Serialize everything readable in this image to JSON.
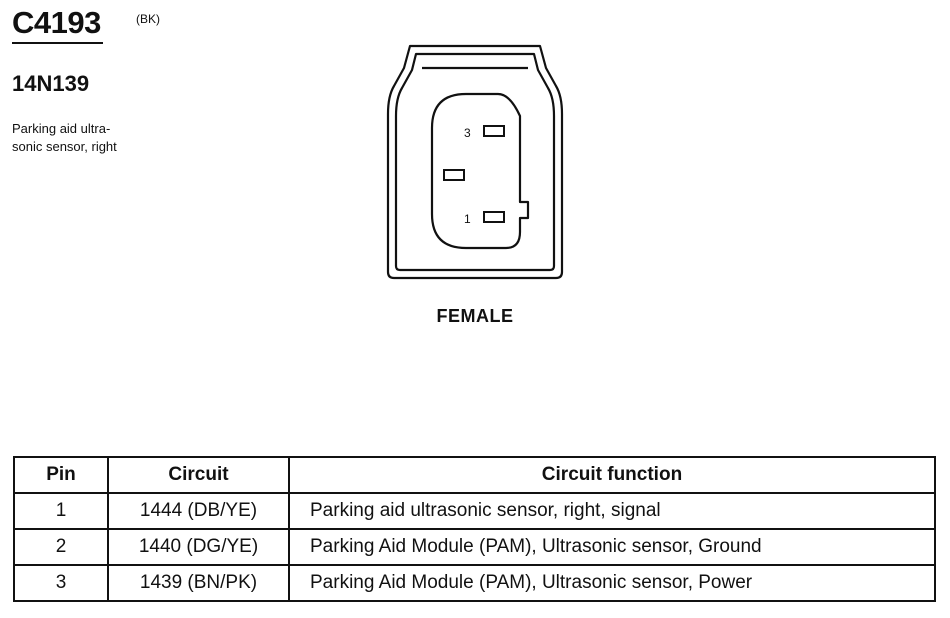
{
  "connector": {
    "id": "C4193",
    "color_code": "(BK)",
    "part_number": "14N139",
    "description_lines": [
      "Parking aid ultra-",
      "sonic sensor, right"
    ],
    "gender": "FEMALE"
  },
  "diagram": {
    "pin_labels": [
      "3",
      "1"
    ]
  },
  "table": {
    "headers": {
      "pin": "Pin",
      "circuit": "Circuit",
      "function": "Circuit function"
    },
    "rows": [
      {
        "pin": "1",
        "circuit": "1444 (DB/YE)",
        "function": "Parking aid ultrasonic sensor, right, signal"
      },
      {
        "pin": "2",
        "circuit": "1440 (DG/YE)",
        "function": "Parking Aid Module (PAM), Ultrasonic sensor, Ground"
      },
      {
        "pin": "3",
        "circuit": "1439 (BN/PK)",
        "function": "Parking Aid Module (PAM), Ultrasonic sensor, Power"
      }
    ]
  }
}
